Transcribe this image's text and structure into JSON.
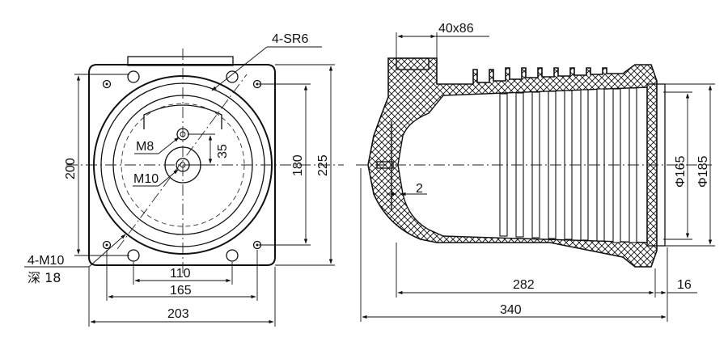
{
  "front_view": {
    "bolt_holes_note": "4-SR6",
    "center_hole_label": "M8",
    "center_tap_label": "M10",
    "offset_dim": "35",
    "mount_holes_label": "4-M10",
    "mount_depth_label": "深 18",
    "height_outer": "200",
    "height_hole_pitch": "180",
    "height_overall": "225",
    "width_inner": "110",
    "width_mid": "165",
    "width_overall": "203"
  },
  "side_view": {
    "boss_size": "40x86",
    "wall_offset": "2",
    "dia_inner": "Φ165",
    "dia_outer": "Φ185",
    "length_body": "282",
    "length_flange": "16",
    "length_overall": "340"
  }
}
